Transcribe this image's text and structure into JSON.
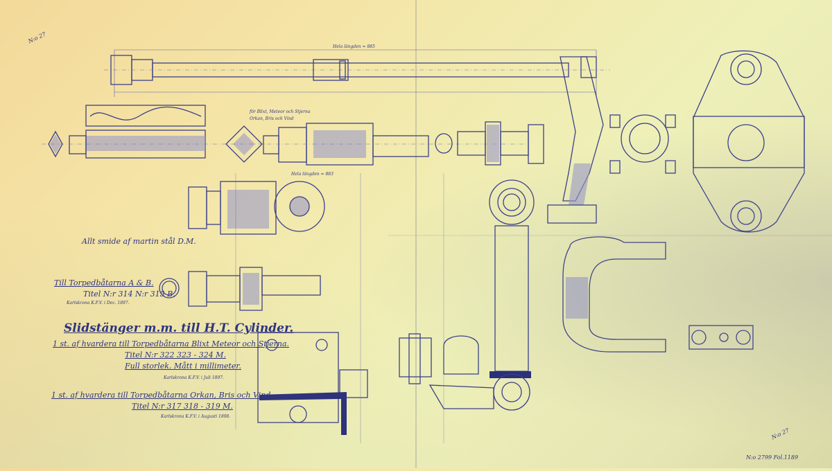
{
  "sheet": {
    "corner_mark_top": "N:o 27",
    "corner_mark_bottom": "N:o 27",
    "stamp_bottom_right": "N:o 2799 Fol.1189",
    "note_material": "Allt smide af martin stål D.M.",
    "note_till": "Till Torpedbåtarna A & B.",
    "note_titel_small": "Titel N:r 314 N:r 315 B.",
    "note_karlskrona_small": "Karlskrona K.F.V. i Dec. 1897.",
    "title": "Slidstänger m.m. till H.T. Cylinder.",
    "order1_line1": "1 st. af hvardera till Torpedbåtarna Blixt Meteor och Stjerna.",
    "order1_line2": "Titel N:r   322    323  -  324 M.",
    "order1_line3": "Full storlek.   Mått i millimeter.",
    "order1_place": "Karlskrona K.F.V. i Juli 1897.",
    "order2_line1": "1 st. af hvardera till Torpedbåtarna Orkan, Bris och Vind",
    "order2_line2": "Titel N:r   317    318  -  319 M.",
    "order2_place": "Karlskrona K.F.V. i Augusti 1898.",
    "annot_rod_top": "Hela längden = 885",
    "annot_rod_mid1": "för Blixt, Meteor och Stjerna",
    "annot_rod_mid2": "Orkan, Bris och Vind",
    "annot_rod_bottom": "Hela längden = 883"
  },
  "colors": {
    "paper": "#f2e2a4",
    "ink": "#3a3f8a",
    "hatch": "#9a9ac8"
  }
}
